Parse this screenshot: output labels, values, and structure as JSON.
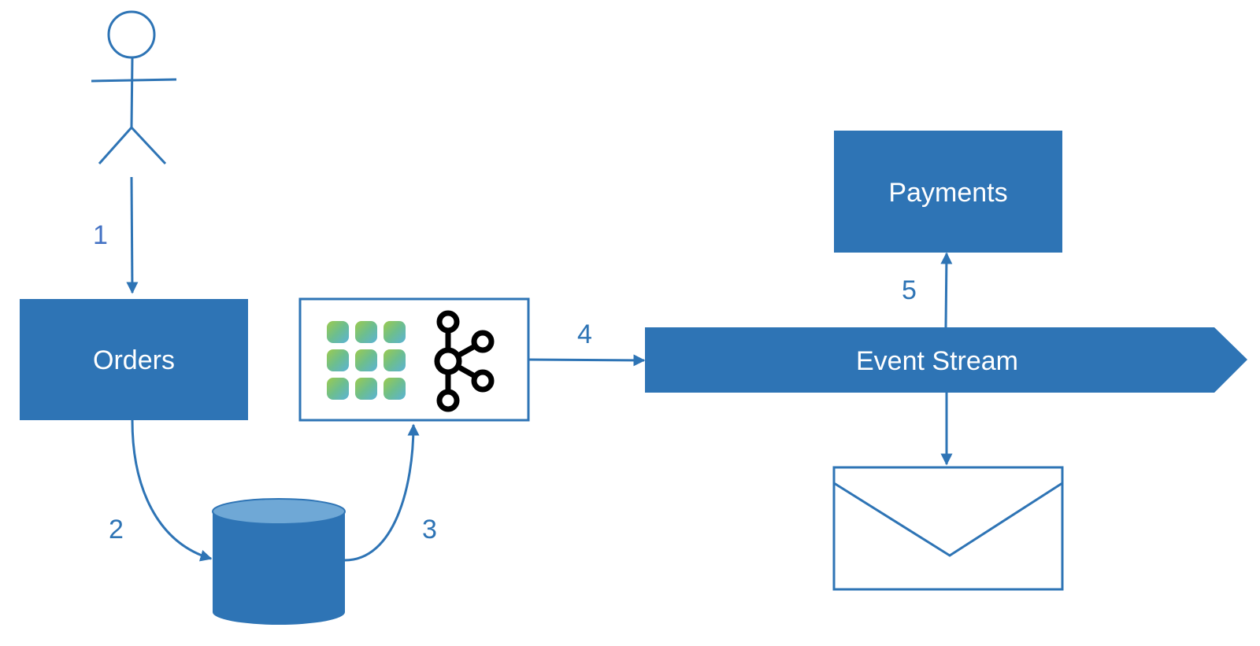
{
  "colors": {
    "primary": "#2E74B5",
    "primary_light": "#6FA8D6",
    "step_label": "#4472C4",
    "white": "#FFFFFF",
    "kafka_icon": "#000000"
  },
  "nodes": {
    "actor": {
      "icon": "stick-figure-user-icon"
    },
    "orders": {
      "label": "Orders"
    },
    "database": {
      "icon": "database-cylinder-icon"
    },
    "connector": {
      "icons": [
        "debezium-logo-icon",
        "kafka-logo-icon"
      ]
    },
    "event_stream": {
      "label": "Event Stream"
    },
    "payments": {
      "label": "Payments"
    },
    "email": {
      "icon": "envelope-icon"
    }
  },
  "steps": {
    "s1": "1",
    "s2": "2",
    "s3": "3",
    "s4": "4",
    "s5": "5"
  }
}
